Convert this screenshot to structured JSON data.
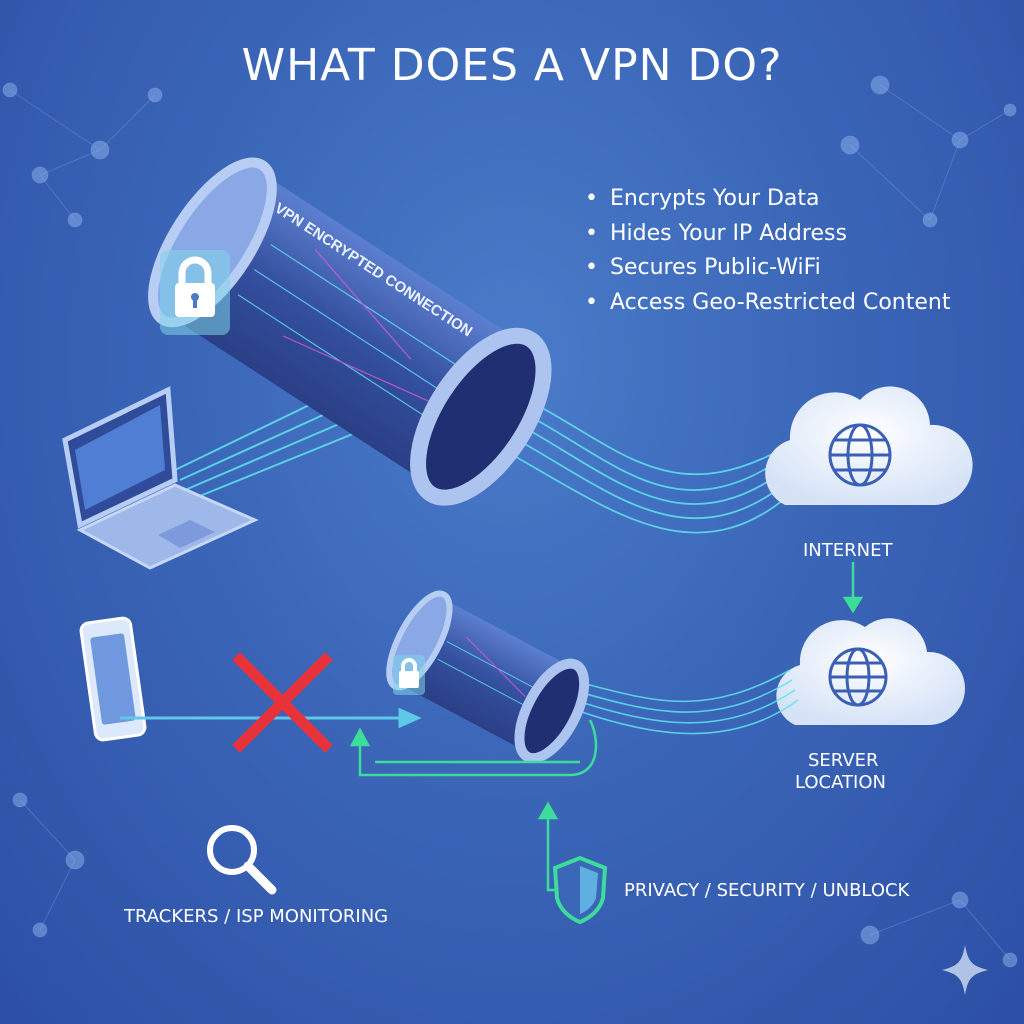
{
  "title": "WHAT DOES A VPN DO?",
  "benefits": [
    "Encrypts Your Data",
    "Hides Your IP Address",
    "Secures Public-WiFi",
    "Access Geo-Restricted Content"
  ],
  "tunnel_label": "VPN ENCRYPTED CONNECTION",
  "labels": {
    "internet": "INTERNET",
    "server_line1": "SERVER",
    "server_line2": "LOCATION",
    "trackers": "TRACKERS / ISP MONITORING",
    "privacy": "PRIVACY / SECURITY / UNBLOCK"
  },
  "icons": [
    "lock-icon",
    "laptop-icon",
    "cloud-globe-icon",
    "smartphone-icon",
    "blocked-x-icon",
    "magnifier-icon",
    "shield-icon",
    "sparkle-icon"
  ],
  "colors": {
    "accent_cyan": "#5fe3f0",
    "accent_green": "#3ddc9a",
    "blocked_red": "#e8323a",
    "background": "#3b66b8"
  }
}
